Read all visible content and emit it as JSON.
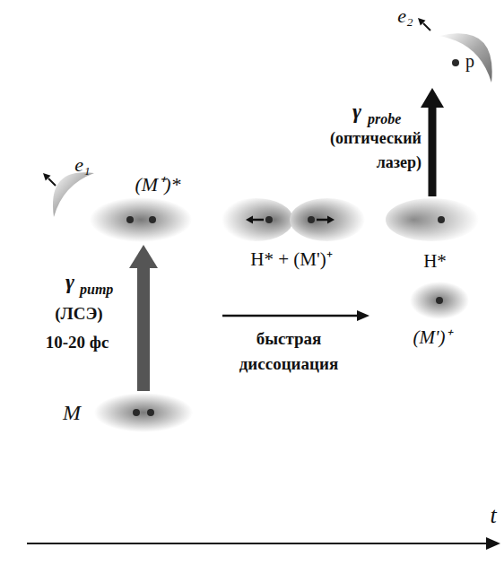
{
  "diagram": {
    "nodes": [
      {
        "text": [
          "M"
        ]
      },
      {
        "text": [
          "(M⁺)*"
        ]
      },
      {
        "text": [
          "H* + (M')⁺"
        ]
      },
      {
        "text": [
          "H*"
        ]
      },
      {
        "text": [
          "(M')⁺"
        ]
      },
      {
        "text": [
          "p"
        ]
      }
    ],
    "edges": [
      {
        "from": 0,
        "to": 1,
        "arrow": "to"
      },
      {
        "from": 3,
        "to": 5,
        "arrow": "to"
      }
    ],
    "labels": [
      "e₁",
      "γ",
      "pump",
      "(ЛСЭ)",
      "10-20 фс",
      "быстрая диссоциация",
      "e₂",
      "γ",
      "probe",
      "(оптический лазер)",
      "t"
    ]
  }
}
